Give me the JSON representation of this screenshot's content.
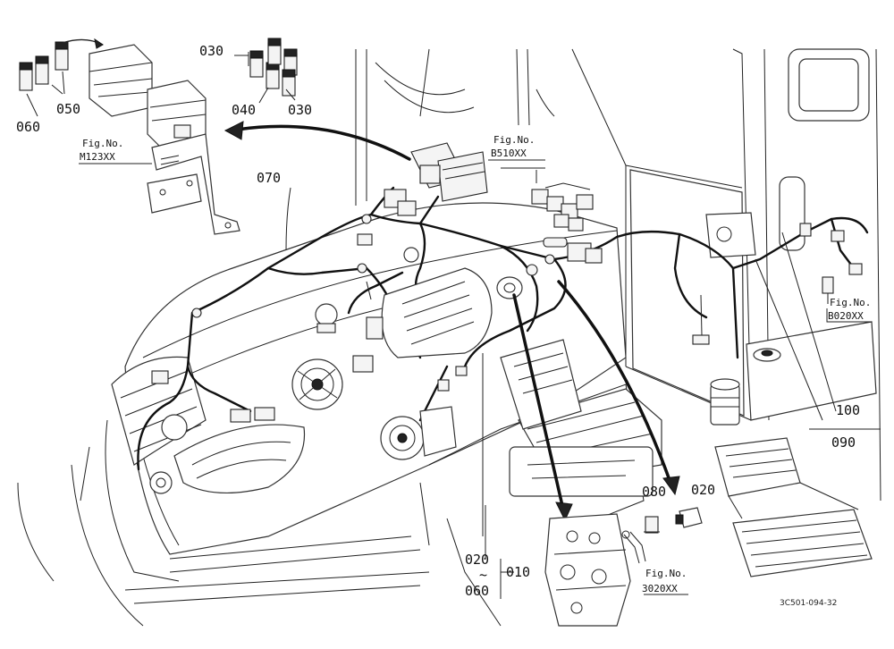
{
  "labels": {
    "p010": "010",
    "p020_a": "020",
    "p020_b": "020",
    "p030_a": "030",
    "p030_b": "030",
    "p040": "040",
    "p050": "050",
    "p060_a": "060",
    "p060_b": "060",
    "p070": "070",
    "p080": "080",
    "p090": "090",
    "p100": "100",
    "tilde": "~"
  },
  "figures": {
    "m123": {
      "title": "Fig.No.",
      "code": "M123XX"
    },
    "b510": {
      "title": "Fig.No.",
      "code": "B510XX"
    },
    "b020": {
      "title": "Fig.No.",
      "code": "B020XX"
    },
    "s020": {
      "title": "Fig.No.",
      "code": "3020XX"
    }
  },
  "drawing_ref": "3C501-094-32"
}
